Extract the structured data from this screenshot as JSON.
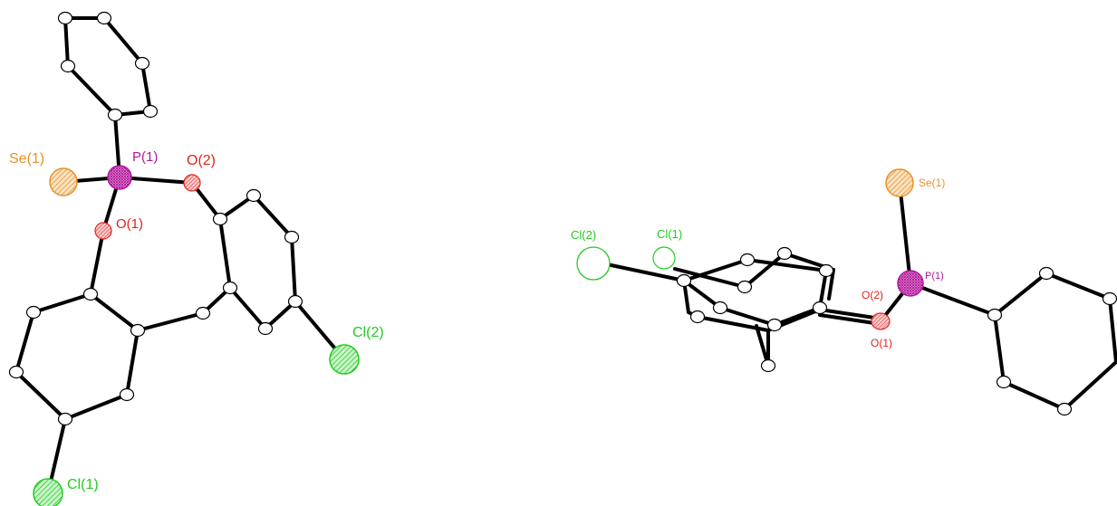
{
  "figure": {
    "views": [
      {
        "id": "view-1",
        "labels": {
          "p": "P(1)",
          "se": "Se(1)",
          "o1": "O(1)",
          "o2": "O(2)",
          "cl1": "Cl(1)",
          "cl2": "Cl(2)"
        }
      },
      {
        "id": "view-2",
        "labels": {
          "p": "P(1)",
          "se": "Se(1)",
          "o1": "O(1)",
          "o2": "O(2)",
          "cl1": "Cl(1)",
          "cl2": "Cl(2)"
        }
      }
    ]
  },
  "colors": {
    "bond": "#000000",
    "carbon_fill": "#ffffff",
    "phosphorus": "#b0199a",
    "selenium": "#e8902a",
    "oxygen": "#e0201e",
    "chlorine": "#22cc22"
  }
}
